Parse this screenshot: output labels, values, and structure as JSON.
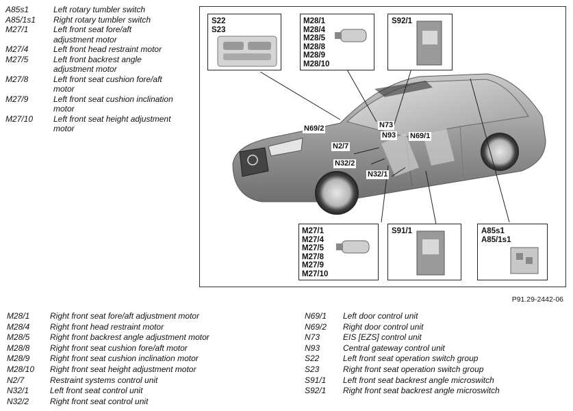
{
  "legend_top": [
    {
      "code": "A85s1",
      "desc": "Left rotary tumbler switch"
    },
    {
      "code": "A85/1s1",
      "desc": "Right rotary tumbler switch"
    },
    {
      "code": "M27/1",
      "desc": "Left front seat fore/aft adjustment motor"
    },
    {
      "code": "M27/4",
      "desc": "Left front head restraint motor"
    },
    {
      "code": "M27/5",
      "desc": "Left front backrest angle adjustment motor"
    },
    {
      "code": "M27/8",
      "desc": "Left front seat cushion fore/aft motor"
    },
    {
      "code": "M27/9",
      "desc": "Left front seat cushion inclination motor"
    },
    {
      "code": "M27/10",
      "desc": "Left front seat height adjustment motor"
    }
  ],
  "callouts": {
    "s22_s23": [
      "S22",
      "S23"
    ],
    "m28": [
      "M28/1",
      "M28/4",
      "M28/5",
      "M28/8",
      "M28/9",
      "M28/10"
    ],
    "s92": [
      "S92/1"
    ],
    "m27": [
      "M27/1",
      "M27/4",
      "M27/5",
      "M27/8",
      "M27/9",
      "M27/10"
    ],
    "s91": [
      "S91/1"
    ],
    "a85": [
      "A85s1",
      "A85/1s1"
    ]
  },
  "tags": {
    "n69_2": "N69/2",
    "n73": "N73",
    "n93": "N93",
    "n69_1": "N69/1",
    "n2_7": "N2/7",
    "n32_2": "N32/2",
    "n32_1": "N32/1"
  },
  "figure_ref": "P91.29-2442-06",
  "legend_bottom_left": [
    {
      "code": "M28/1",
      "desc": "Right front seat fore/aft adjustment motor"
    },
    {
      "code": "M28/4",
      "desc": "Right front head restraint motor"
    },
    {
      "code": "M28/5",
      "desc": "Right front backrest angle adjustment motor"
    },
    {
      "code": "M28/8",
      "desc": "Right front seat cushion fore/aft motor"
    },
    {
      "code": "M28/9",
      "desc": "Right front seat cushion inclination motor"
    },
    {
      "code": "M28/10",
      "desc": "Right front seat height adjustment motor"
    },
    {
      "code": "N2/7",
      "desc": "Restraint systems control unit"
    },
    {
      "code": "N32/1",
      "desc": "Left front seat control unit"
    },
    {
      "code": "N32/2",
      "desc": "Right front seat control unit"
    }
  ],
  "legend_bottom_right": [
    {
      "code": "N69/1",
      "desc": "Left door control unit"
    },
    {
      "code": "N69/2",
      "desc": "Right door control unit"
    },
    {
      "code": "N73",
      "desc": "EIS [EZS] control unit"
    },
    {
      "code": "N93",
      "desc": "Central gateway control unit"
    },
    {
      "code": "S22",
      "desc": "Left front seat operation switch group"
    },
    {
      "code": "S23",
      "desc": "Right front seat operation switch group"
    },
    {
      "code": "S91/1",
      "desc": "Left front seat backrest angle microswitch"
    },
    {
      "code": "S92/1",
      "desc": "Right front seat backrest angle microswitch"
    }
  ]
}
